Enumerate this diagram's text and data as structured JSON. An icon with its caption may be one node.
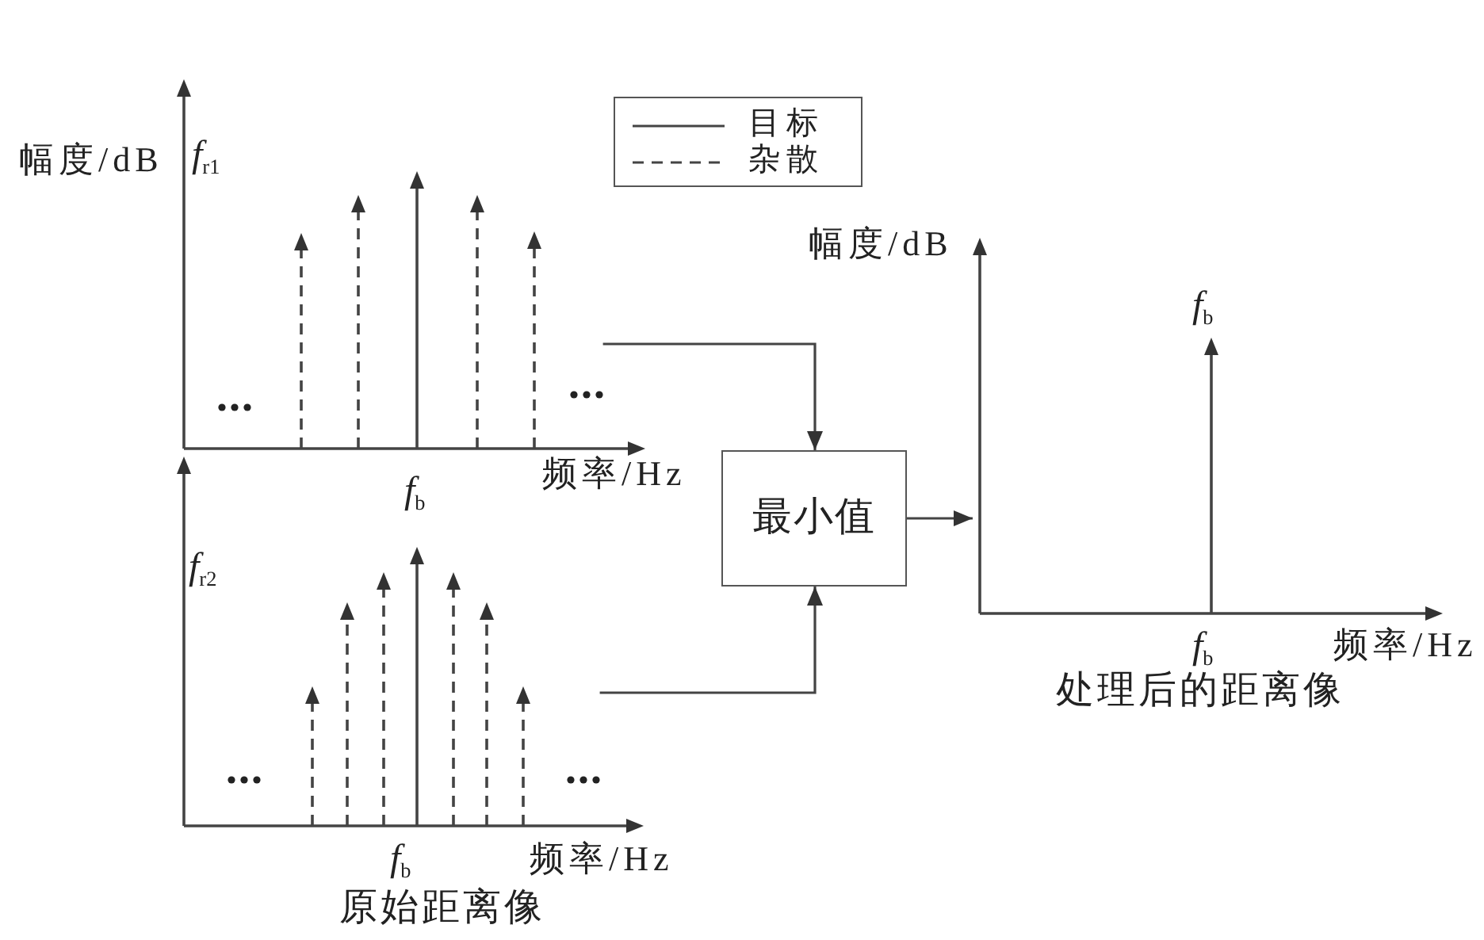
{
  "diagram": {
    "nodes": [
      {
        "text": [],
        "shape": "picture"
      },
      {
        "text": [],
        "shape": "picture"
      },
      {
        "text": [
          "最小值"
        ]
      },
      {
        "text": [],
        "shape": "picture"
      }
    ],
    "edges": [
      {
        "from": 0,
        "to": 2,
        "arrow": "to"
      },
      {
        "from": 1,
        "to": 2,
        "arrow": "to"
      },
      {
        "from": 2,
        "to": 3,
        "arrow": "to"
      }
    ],
    "labels": [
      "幅度/dB",
      "*f*$_{r1}$",
      "幅度/dB",
      "*f*$_{b}$",
      "*f*$_{b}$",
      "频率/Hz",
      "*f*$_{r2}$",
      "*f*$_{b}$",
      "频率/Hz",
      "处理后的距离像",
      "*f*$_{b}$",
      "频率/Hz",
      "原始距离像"
    ],
    "legend": [
      {
        "text": "目标"
      },
      {
        "text": "杂散"
      }
    ]
  }
}
